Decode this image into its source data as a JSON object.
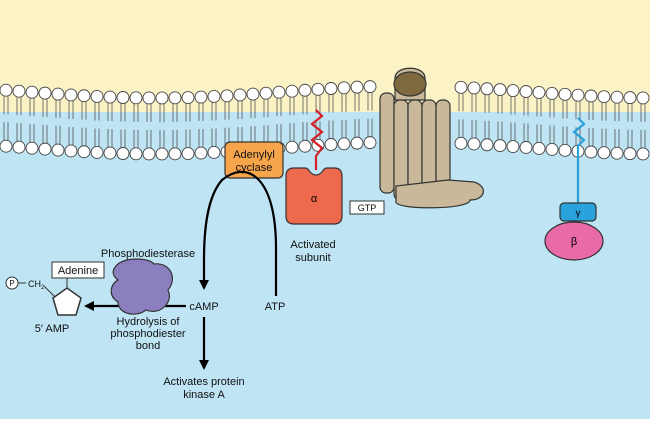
{
  "labels": {
    "adenylyl_line1": "Adenylyl",
    "adenylyl_line2": "cyclase",
    "alpha": "α",
    "gtp": "GTP",
    "activated_line1": "Activated",
    "activated_line2": "subunit",
    "gamma": "γ",
    "beta": "β",
    "phosphodiesterase": "Phosphodiesterase",
    "adenine": "Adenine",
    "phosphate": "P",
    "ch2": "CH",
    "ch2_sub": "2",
    "five_amp": "5′ AMP",
    "camp": "cAMP",
    "atp": "ATP",
    "hydrolysis_line1": "Hydrolysis of",
    "hydrolysis_line2": "phosphodiester",
    "hydrolysis_line3": "bond",
    "activates_line1": "Activates protein",
    "activates_line2": "kinase A"
  },
  "colors": {
    "extracellular": "#fbf3c6",
    "cytoplasm": "#bfe4f4",
    "lipid_head": "#ffffff",
    "adenylyl_cyclase": "#f6a54a",
    "alpha_subunit": "#ee6a4e",
    "receptor": "#c9b99a",
    "receptor_cap": "#7f6a3f",
    "gamma_subunit": "#29a3dc",
    "beta_subunit": "#e86aa6",
    "phosphodiesterase": "#8b7fc0",
    "anchor_red": "#d61f26",
    "anchor_blue": "#2aa0d8"
  }
}
